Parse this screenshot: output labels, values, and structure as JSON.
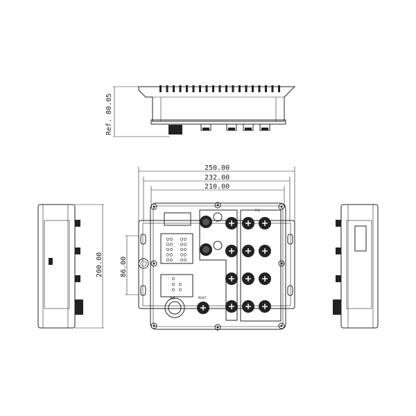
{
  "dimensions": {
    "height_ref": "Ref. 80.05",
    "width_overall": "250.00",
    "width_holes": "232.00",
    "width_body": "210.00",
    "height_body": "200.00",
    "mount_offset": "86.00"
  },
  "labels": {
    "poe": "PoE",
    "power": "PWR",
    "reset": "RESET"
  },
  "colors": {
    "line": "#222222",
    "background": "#ffffff"
  }
}
